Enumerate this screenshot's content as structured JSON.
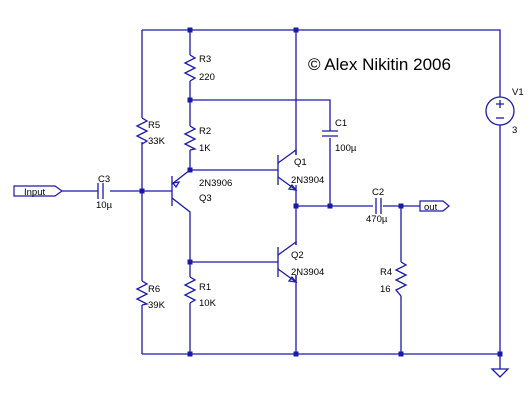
{
  "copyright": "© Alex Nikitin 2006",
  "ports": {
    "input": "Input",
    "output": "out"
  },
  "components": {
    "R1": {
      "ref": "R1",
      "value": "10K"
    },
    "R2": {
      "ref": "R2",
      "value": "1K"
    },
    "R3": {
      "ref": "R3",
      "value": "220"
    },
    "R4": {
      "ref": "R4",
      "value": "16"
    },
    "R5": {
      "ref": "R5",
      "value": "33K"
    },
    "R6": {
      "ref": "R6",
      "value": "39K"
    },
    "C1": {
      "ref": "C1",
      "value": "100µ"
    },
    "C2": {
      "ref": "C2",
      "value": "470µ"
    },
    "C3": {
      "ref": "C3",
      "value": "10µ"
    },
    "Q1": {
      "ref": "Q1",
      "value": "2N3904"
    },
    "Q2": {
      "ref": "Q2",
      "value": "2N3904"
    },
    "Q3": {
      "ref": "Q3",
      "value": "2N3906"
    },
    "V1": {
      "ref": "V1",
      "value": "3"
    }
  },
  "colors": {
    "wire": "#1a1aa8",
    "text": "#000000",
    "background": "#ffffff"
  }
}
